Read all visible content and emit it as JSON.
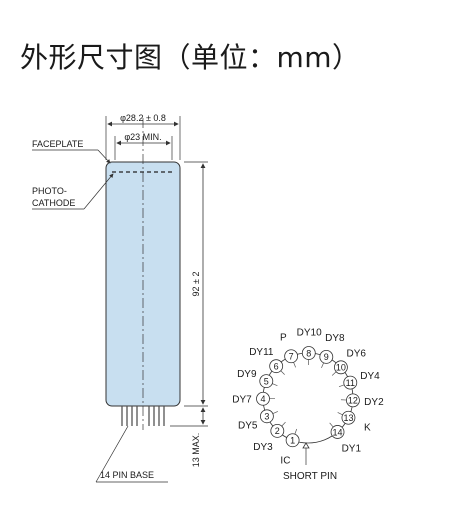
{
  "title": "外形尺寸图（单位：mm）",
  "tube": {
    "faceplate_label": "FACEPLATE",
    "photocathode_label_line1": "PHOTO-",
    "photocathode_label_line2": "CATHODE",
    "outer_diameter": "φ28.2 ± 0.8",
    "inner_diameter": "φ23 MIN.",
    "length": "92 ± 2",
    "pin_length": "13 MAX.",
    "base_label": "14 PIN BASE",
    "body_color": "#c8dff0"
  },
  "base_view": {
    "pins": [
      {
        "num": "1",
        "label": "IC"
      },
      {
        "num": "2",
        "label": "DY3"
      },
      {
        "num": "3",
        "label": "DY5"
      },
      {
        "num": "4",
        "label": "DY7"
      },
      {
        "num": "5",
        "label": "DY9"
      },
      {
        "num": "6",
        "label": "DY11"
      },
      {
        "num": "7",
        "label": "P"
      },
      {
        "num": "8",
        "label": "DY10"
      },
      {
        "num": "9",
        "label": "DY8"
      },
      {
        "num": "10",
        "label": "DY6"
      },
      {
        "num": "11",
        "label": "DY4"
      },
      {
        "num": "12",
        "label": "DY2"
      },
      {
        "num": "13",
        "label": "K"
      },
      {
        "num": "14",
        "label": "DY1"
      }
    ],
    "short_pin_label": "SHORT PIN"
  }
}
